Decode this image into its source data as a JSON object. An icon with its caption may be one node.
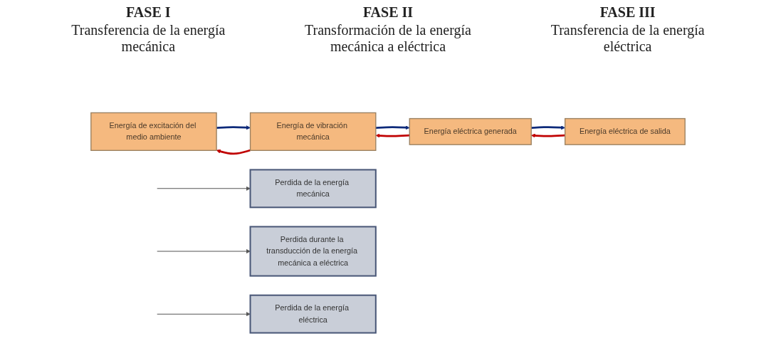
{
  "diagram": {
    "nodes": [
      {
        "text": [
          "Energía de excitación del medio ambiente"
        ]
      },
      {
        "text": [
          "Energía de vibración mecánica"
        ]
      },
      {
        "text": [
          "Energía eléctrica generada"
        ]
      },
      {
        "text": [
          "Energía eléctrica de salida"
        ]
      },
      {
        "text": [
          "Perdida de la energía mecánica"
        ]
      },
      {
        "text": [
          "Perdida durante la transducción de la energía mecánica a eléctrica"
        ]
      },
      {
        "text": [
          "Perdida de la energía eléctrica"
        ]
      }
    ],
    "edges": [
      {
        "from": 0,
        "to": 1,
        "arrow": "to",
        "color": "#0d2a7a"
      },
      {
        "from": 1,
        "to": 0,
        "arrow": "to",
        "color": "#c00000"
      },
      {
        "from": 1,
        "to": 2,
        "arrow": "to",
        "color": "#0d2a7a"
      },
      {
        "from": 2,
        "to": 1,
        "arrow": "to",
        "color": "#c00000"
      },
      {
        "from": 2,
        "to": 3,
        "arrow": "to",
        "color": "#0d2a7a"
      },
      {
        "from": 3,
        "to": 2,
        "arrow": "to",
        "color": "#c00000"
      },
      {
        "from": null,
        "to": 4,
        "arrow": "to"
      },
      {
        "from": null,
        "to": 5,
        "arrow": "to"
      },
      {
        "from": null,
        "to": 6,
        "arrow": "to"
      }
    ],
    "labels": [
      "FASE I",
      "Transferencia de la energía mecánica",
      "FASE II",
      "Transformación de la energía mecánica a eléctrica",
      "FASE III",
      "Transferencia de la energía eléctrica"
    ]
  }
}
